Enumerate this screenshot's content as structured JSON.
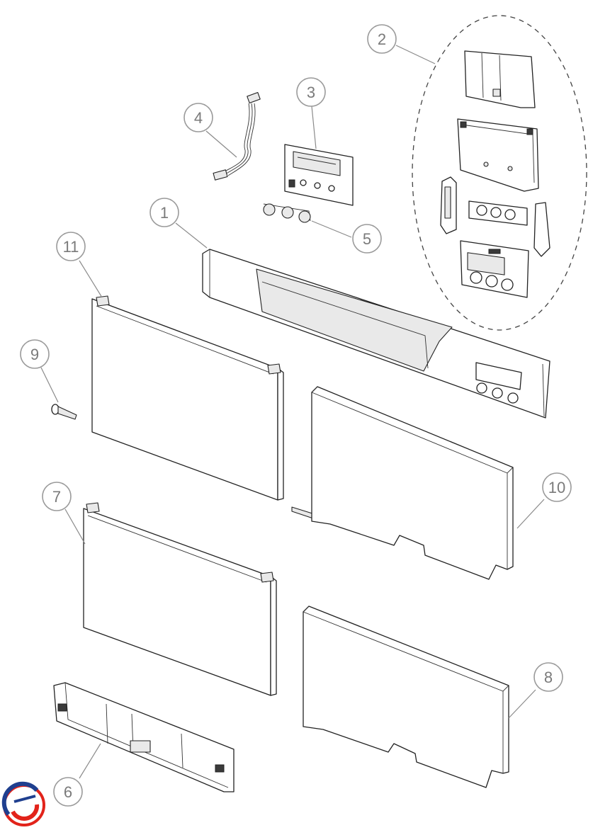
{
  "callouts": {
    "c1": "1",
    "c2": "2",
    "c3": "3",
    "c4": "4",
    "c5": "5",
    "c6": "6",
    "c7": "7",
    "c8": "8",
    "c9": "9",
    "c10": "10",
    "c11": "11"
  },
  "colors": {
    "line": "#222222",
    "callout": "#9a9a9a",
    "logo_red": "#e2231a",
    "logo_blue": "#1f3f8f"
  }
}
